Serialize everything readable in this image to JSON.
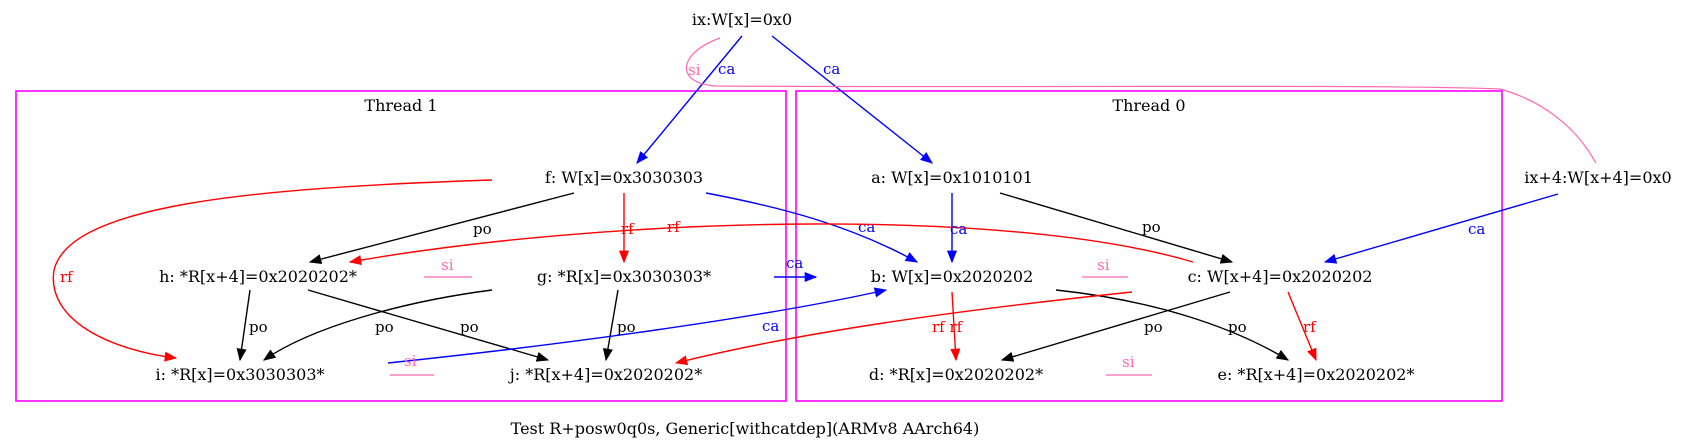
{
  "colors": {
    "po": "#000000",
    "rf": "#ff0000",
    "ca": "#0000ff",
    "si": "#ff69b4",
    "cluster": "#ff00ff"
  },
  "caption": "Test R+posw0q0s, Generic[withcatdep](ARMv8 AArch64)",
  "clusters": [
    {
      "id": "thread1",
      "label": "Thread 1"
    },
    {
      "id": "thread0",
      "label": "Thread 0"
    }
  ],
  "nodes": [
    {
      "id": "ix",
      "label": "ix:W[x]=0x0"
    },
    {
      "id": "ix4",
      "label": "ix+4:W[x+4]=0x0"
    },
    {
      "id": "f",
      "label": "f: W[x]=0x3030303"
    },
    {
      "id": "h",
      "label": "h: *R[x+4]=0x2020202*"
    },
    {
      "id": "g",
      "label": "g: *R[x]=0x3030303*"
    },
    {
      "id": "i",
      "label": "i: *R[x]=0x3030303*"
    },
    {
      "id": "j",
      "label": "j: *R[x+4]=0x2020202*"
    },
    {
      "id": "a",
      "label": "a: W[x]=0x1010101"
    },
    {
      "id": "b",
      "label": "b: W[x]=0x2020202"
    },
    {
      "id": "c",
      "label": "c: W[x+4]=0x2020202"
    },
    {
      "id": "d",
      "label": "d: *R[x]=0x2020202*"
    },
    {
      "id": "e",
      "label": "e: *R[x+4]=0x2020202*"
    }
  ],
  "edges": [
    {
      "id": "e-ix-f",
      "from": "ix",
      "to": "f",
      "type": "ca",
      "label": "ca"
    },
    {
      "id": "e-ix-a",
      "from": "ix",
      "to": "a",
      "type": "ca",
      "label": "ca"
    },
    {
      "id": "e-ix-ix4",
      "from": "ix",
      "to": "ix4",
      "type": "si",
      "label": "si"
    },
    {
      "id": "e-ix4-c",
      "from": "ix4",
      "to": "c",
      "type": "ca",
      "label": "ca"
    },
    {
      "id": "e-f-h",
      "from": "f",
      "to": "h",
      "type": "po",
      "label": "po"
    },
    {
      "id": "e-f-g",
      "from": "f",
      "to": "g",
      "type": "rf",
      "label": "rf"
    },
    {
      "id": "e-f-i",
      "from": "f",
      "to": "i",
      "type": "rf",
      "label": "rf"
    },
    {
      "id": "e-f-b",
      "from": "f",
      "to": "b",
      "type": "ca",
      "label": "ca"
    },
    {
      "id": "e-c-h",
      "from": "c",
      "to": "h",
      "type": "rf",
      "label": "rf"
    },
    {
      "id": "e-h-g",
      "from": "h",
      "to": "g",
      "type": "si",
      "label": "si"
    },
    {
      "id": "e-h-i",
      "from": "h",
      "to": "i",
      "type": "po",
      "label": "po"
    },
    {
      "id": "e-h-j",
      "from": "h",
      "to": "j",
      "type": "po",
      "label": "po"
    },
    {
      "id": "e-g-i",
      "from": "g",
      "to": "i",
      "type": "po",
      "label": "po"
    },
    {
      "id": "e-g-j",
      "from": "g",
      "to": "j",
      "type": "po",
      "label": "po"
    },
    {
      "id": "e-g-b",
      "from": "g",
      "to": "b",
      "type": "ca",
      "label": "ca"
    },
    {
      "id": "e-i-b",
      "from": "i",
      "to": "b",
      "type": "ca",
      "label": "ca"
    },
    {
      "id": "e-i-j",
      "from": "i",
      "to": "j",
      "type": "si",
      "label": "si"
    },
    {
      "id": "e-a-b",
      "from": "a",
      "to": "b",
      "type": "ca",
      "label": "ca"
    },
    {
      "id": "e-a-c",
      "from": "a",
      "to": "c",
      "type": "po",
      "label": "po"
    },
    {
      "id": "e-b-c",
      "from": "b",
      "to": "c",
      "type": "si",
      "label": "si"
    },
    {
      "id": "e-b-d",
      "from": "b",
      "to": "d",
      "type": "rf",
      "label": "rf rf"
    },
    {
      "id": "e-b-e",
      "from": "b",
      "to": "e",
      "type": "po",
      "label": "po"
    },
    {
      "id": "e-c-d",
      "from": "c",
      "to": "d",
      "type": "po",
      "label": "po"
    },
    {
      "id": "e-c-e",
      "from": "c",
      "to": "e",
      "type": "rf",
      "label": "rf"
    },
    {
      "id": "e-c-j",
      "from": "c",
      "to": "j",
      "type": "rf",
      "label": ""
    },
    {
      "id": "e-d-e",
      "from": "d",
      "to": "e",
      "type": "si",
      "label": "si"
    }
  ]
}
